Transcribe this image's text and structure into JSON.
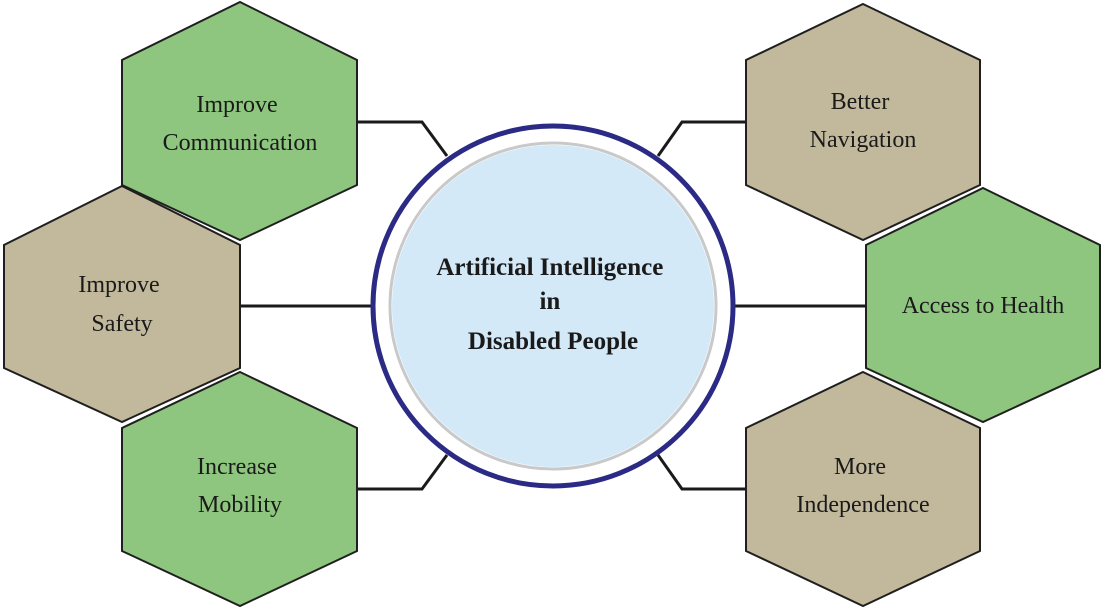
{
  "center": {
    "lines": [
      "Artificial Intelligence",
      "in",
      "Disabled People"
    ]
  },
  "nodes": [
    {
      "id": "improve-communication",
      "lines": [
        "Improve",
        "Communication"
      ],
      "color": "#8ec57f"
    },
    {
      "id": "improve-safety",
      "lines": [
        "Improve",
        "Safety"
      ],
      "color": "#c2b99c"
    },
    {
      "id": "increase-mobility",
      "lines": [
        "Increase",
        "Mobility"
      ],
      "color": "#8ec57f"
    },
    {
      "id": "better-navigation",
      "lines": [
        "Better",
        "Navigation"
      ],
      "color": "#c2b99c"
    },
    {
      "id": "access-to-health",
      "lines": [
        "Access to Health"
      ],
      "color": "#8ec57f"
    },
    {
      "id": "more-independence",
      "lines": [
        "More",
        "Independence"
      ],
      "color": "#c2b99c"
    }
  ],
  "colors": {
    "ring": "#2b2a85",
    "center_fill": "#d4e9f8",
    "connector": "#1a1a1a",
    "hex_stroke": "#1f1f1f"
  }
}
